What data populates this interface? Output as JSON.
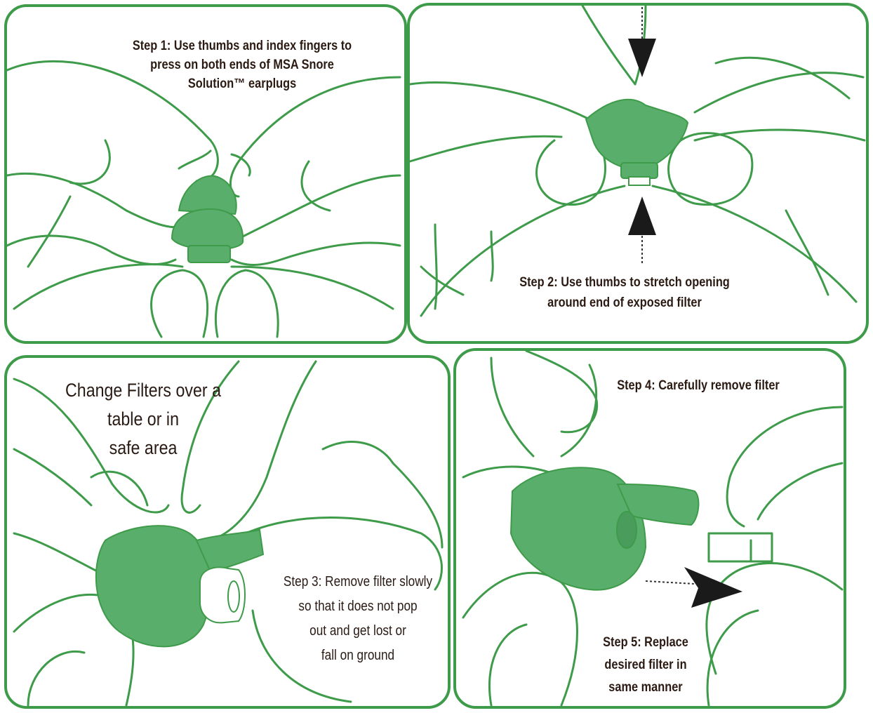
{
  "colors": {
    "border": "#3e9b4a",
    "line": "#3e9b4a",
    "plug_fill": "#5aae6b",
    "arrow": "#1a1a1a",
    "text": "#2b1a12"
  },
  "panels": [
    {
      "id": "panel-1",
      "caption": "Step 1: Use thumbs and index fingers to\npress on both ends of MSA Snore\nSolution™ earplugs"
    },
    {
      "id": "panel-2",
      "caption": "Step 2: Use thumbs to stretch opening\naround end of exposed filter"
    },
    {
      "id": "panel-3",
      "caption_heading": "Change Filters over a\ntable or in\nsafe area",
      "caption": "Step 3: Remove filter slowly\nso that it does not pop\nout and get lost or\nfall on ground"
    },
    {
      "id": "panel-4",
      "caption": "Step 4: Carefully remove filter",
      "caption_secondary": "Step 5: Replace\ndesired filter in\nsame manner"
    }
  ]
}
